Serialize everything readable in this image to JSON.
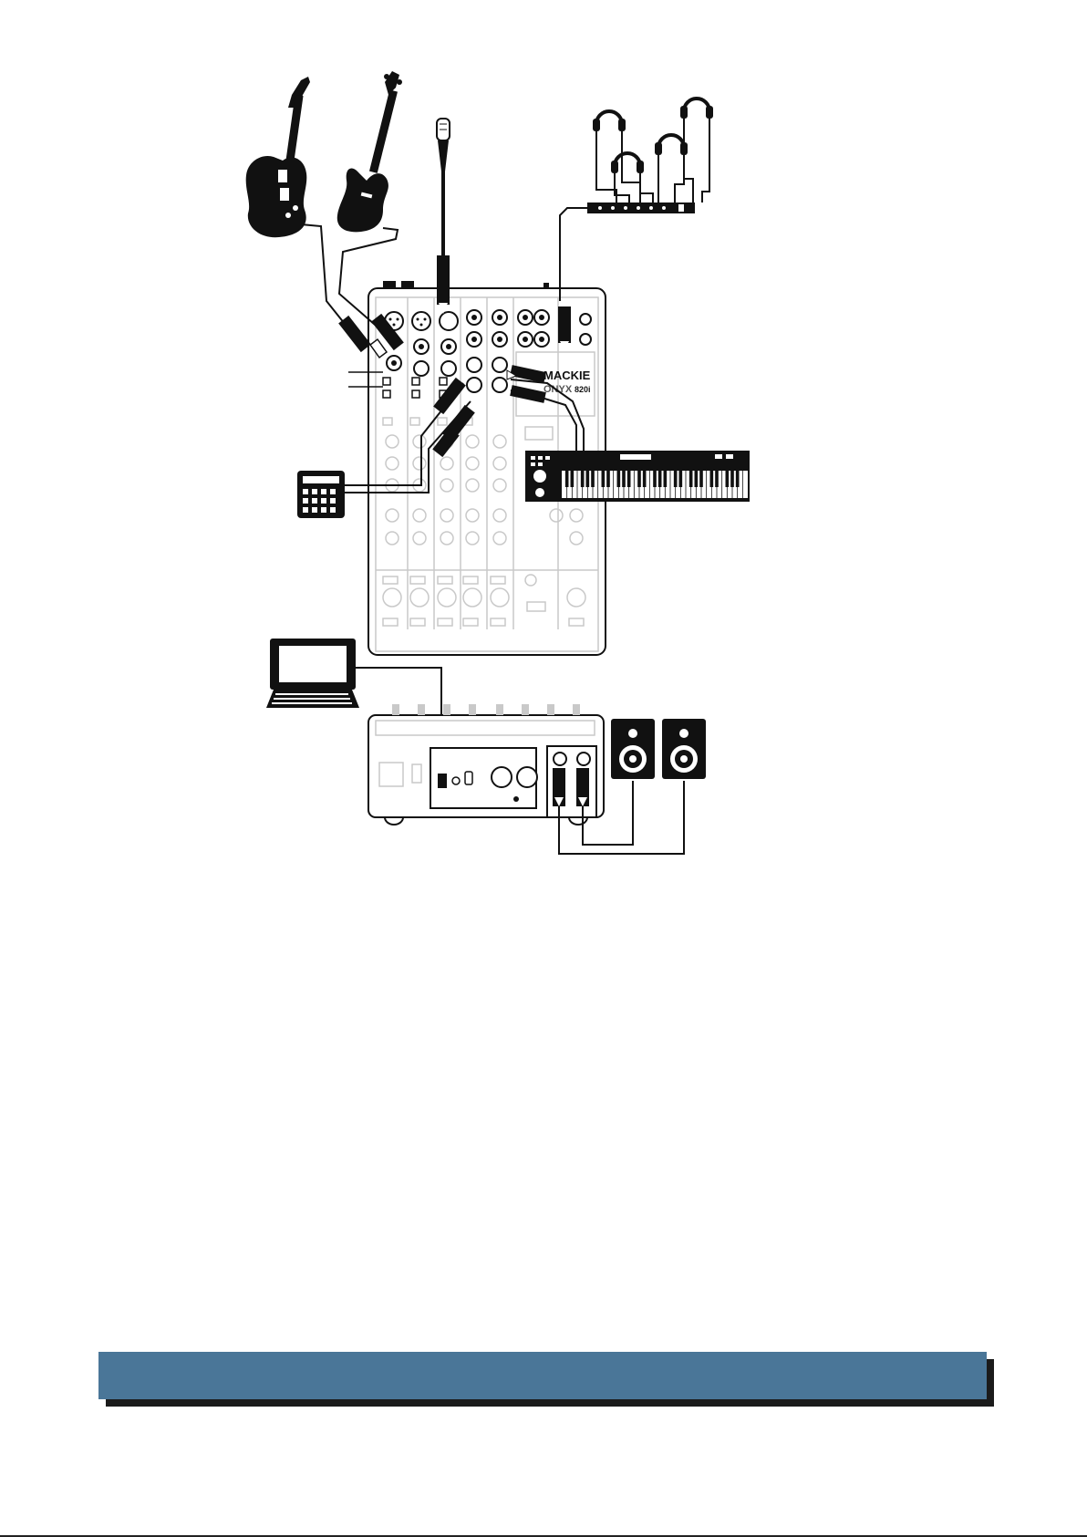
{
  "diagram": {
    "mixer_brand_label": "MACKIE",
    "mixer_model_label": "ONYX",
    "mixer_model_number": "820i"
  },
  "colors": {
    "ink": "#111111",
    "faint": "#c9c9c9",
    "banner": "#4a7698",
    "banner_shadow": "#1b1b1b"
  },
  "icons": [
    "electric-guitar-icon",
    "bass-guitar-icon",
    "microphone-icon",
    "headphones-icon",
    "headphone-amp-icon",
    "mixer-top-icon",
    "drum-machine-icon",
    "keyboard-synth-icon",
    "laptop-icon",
    "mixer-rear-icon",
    "studio-monitor-icon"
  ]
}
